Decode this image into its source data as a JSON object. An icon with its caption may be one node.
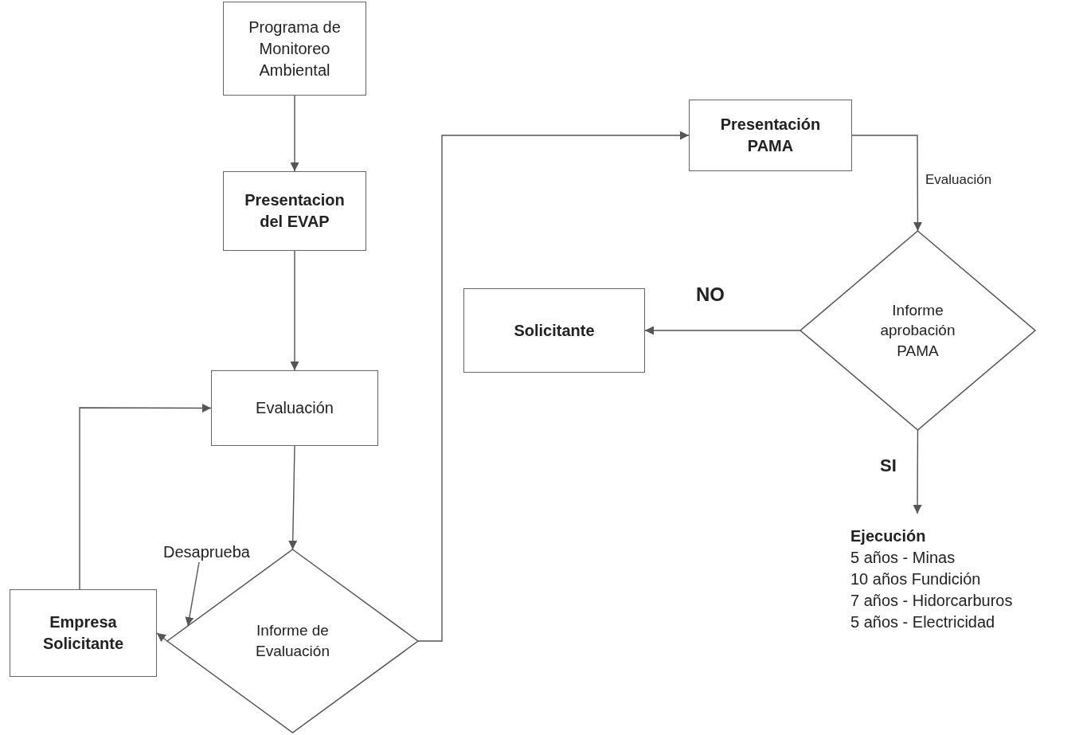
{
  "diagram": {
    "nodes": [
      {
        "text": [
          "Programa de Monitoreo Ambiental"
        ]
      },
      {
        "text": [
          "Presentacion del EVAP"
        ]
      },
      {
        "text": [
          "Evaluación"
        ]
      },
      {
        "text": [
          "Informe de Evaluación"
        ]
      },
      {
        "text": [
          "Empresa Solicitante"
        ]
      },
      {
        "text": [
          "Presentación PAMA"
        ]
      },
      {
        "text": [
          "Informe aprobación PAMA"
        ]
      },
      {
        "text": [
          "Solicitante"
        ]
      },
      {
        "text": [
          "Ejecución",
          "5 años - Minas",
          "10 años Fundición",
          "7 años - Hidorcarburos",
          "5 años - Electricidad"
        ]
      },
      {
        "text": [
          "Desaprueba"
        ]
      }
    ],
    "edges": [
      {
        "from": 0,
        "to": 1,
        "arrow": "to"
      },
      {
        "from": 1,
        "to": 2,
        "arrow": "to"
      },
      {
        "from": 2,
        "to": 3,
        "arrow": "to"
      },
      {
        "from": 3,
        "to": 4,
        "arrow": "to"
      },
      {
        "from": 4,
        "to": 2,
        "arrow": "to"
      },
      {
        "from": 3,
        "to": 5,
        "arrow": "to"
      },
      {
        "from": 5,
        "to": 6,
        "arrow": "to",
        "label": "Evaluación"
      },
      {
        "from": 6,
        "to": 7,
        "arrow": "to",
        "label": "NO"
      },
      {
        "from": 6,
        "to": 8,
        "arrow": "to",
        "label": "SI"
      },
      {
        "from": 9,
        "to": 3,
        "arrow": "to"
      }
    ]
  }
}
